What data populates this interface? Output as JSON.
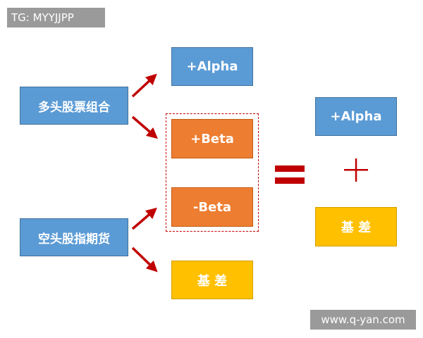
{
  "watermark_top": "TG: MYYJJPP",
  "watermark_bottom": "www.q-yan.com",
  "left": {
    "long_portfolio": "多头股票组合",
    "short_futures": "空头股指期货"
  },
  "middle": {
    "alpha": "+Alpha",
    "plus_beta": "+Beta",
    "minus_beta": "-Beta",
    "basis": "基 差"
  },
  "right": {
    "alpha": "+Alpha",
    "basis": "基 差"
  },
  "colors": {
    "blue": "#5b9bd5",
    "orange": "#ed7d31",
    "yellow": "#ffc000",
    "red": "#c00000"
  }
}
